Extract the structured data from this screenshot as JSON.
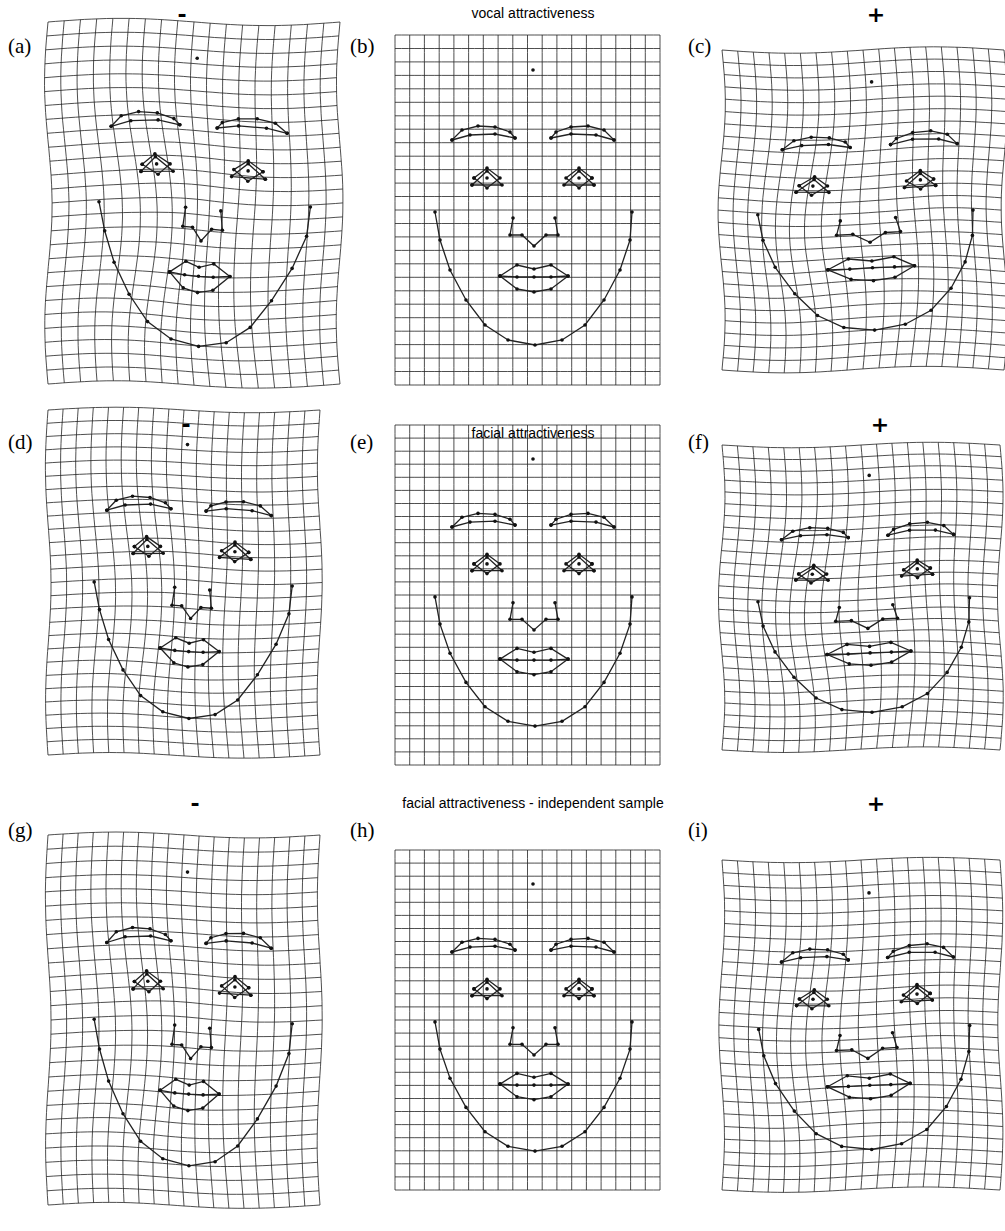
{
  "diagram": {
    "labels": [
      "-",
      "vocal attractiveness",
      "+",
      "(a)",
      "(b)",
      "(c)",
      "-",
      "facial attractiveness",
      "+",
      "(d)",
      "(e)",
      "(f)",
      "-",
      "facial attractiveness - independent sample",
      "+",
      "(g)",
      "(h)",
      "(i)"
    ]
  }
}
